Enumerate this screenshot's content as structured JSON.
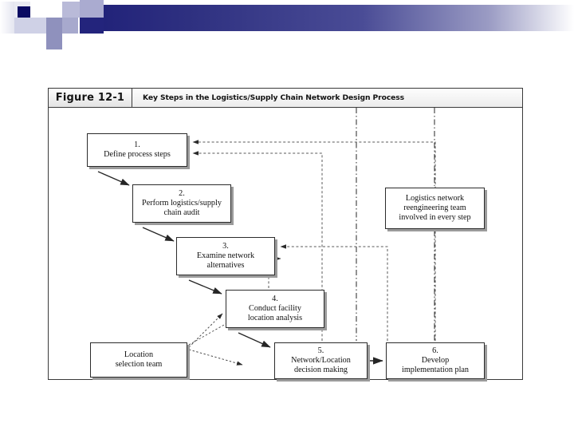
{
  "slide": {
    "banner_name": "decorative-gradient-banner"
  },
  "figure": {
    "number_label": "Figure 12-1",
    "caption": "Key Steps in the Logistics/Supply Chain Network Design Process"
  },
  "diagram": {
    "type": "flowchart",
    "nodes": [
      {
        "id": "step-1",
        "number": "1.",
        "lines": [
          "Define process steps"
        ]
      },
      {
        "id": "step-2",
        "number": "2.",
        "lines": [
          "Perform logistics/supply",
          "chain audit"
        ]
      },
      {
        "id": "step-3",
        "number": "3.",
        "lines": [
          "Examine network",
          "alternatives"
        ]
      },
      {
        "id": "step-4",
        "number": "4.",
        "lines": [
          "Conduct facility",
          "location analysis"
        ]
      },
      {
        "id": "step-5",
        "number": "5.",
        "lines": [
          "Network/Location",
          "decision making"
        ]
      },
      {
        "id": "step-6",
        "number": "6.",
        "lines": [
          "Develop",
          "implementation plan"
        ]
      },
      {
        "id": "reengineering-team",
        "number": "",
        "lines": [
          "Logistics network",
          "reengineering team",
          "involved in every step"
        ]
      },
      {
        "id": "location-selection-team",
        "number": "",
        "lines": [
          "Location",
          "selection team"
        ]
      }
    ],
    "connectors": [
      {
        "from": "step-1",
        "to": "step-2",
        "style": "solid-arrow"
      },
      {
        "from": "step-2",
        "to": "step-3",
        "style": "solid-arrow"
      },
      {
        "from": "step-3",
        "to": "step-4",
        "style": "solid-arrow"
      },
      {
        "from": "step-4",
        "to": "step-5",
        "style": "solid-arrow"
      },
      {
        "from": "step-5",
        "to": "step-6",
        "style": "solid-arrow"
      },
      {
        "from": "step-6",
        "to": "step-1",
        "style": "dashed-feedback"
      },
      {
        "from": "step-5",
        "to": "step-1",
        "style": "dashed-feedback"
      },
      {
        "from": "step-5",
        "to": "step-3",
        "style": "dashed-feedback"
      },
      {
        "from": "step-4",
        "to": "step-3",
        "style": "dashed-feedback"
      },
      {
        "from": "reengineering-team",
        "to": "all-steps",
        "style": "dash-dot-spine"
      },
      {
        "from": "location-selection-team",
        "to": "step-4",
        "style": "dotted-arrow"
      },
      {
        "from": "location-selection-team",
        "to": "step-5",
        "style": "dotted-arrow"
      }
    ],
    "colors": {
      "box_border": "#2b2b2b",
      "box_shadow": "#9b9b9b",
      "line": "#333333",
      "background": "#ffffff"
    }
  }
}
